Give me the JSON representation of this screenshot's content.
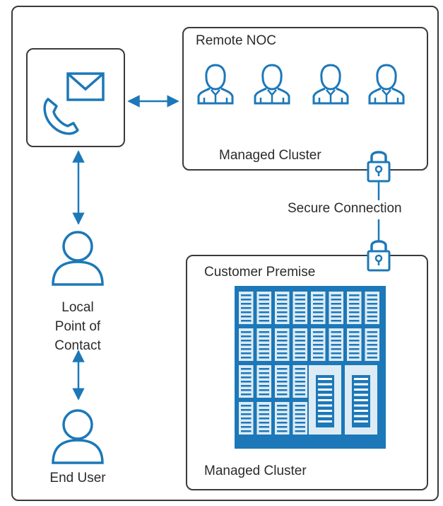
{
  "remote_noc": {
    "title": "Remote NOC",
    "subtitle": "Managed Cluster"
  },
  "connection": {
    "label": "Secure Connection"
  },
  "customer": {
    "title": "Customer Premise",
    "subtitle": "Managed Cluster"
  },
  "contact": {
    "line1": "Local",
    "line2": "Point of",
    "line3": "Contact"
  },
  "end_user": {
    "label": "End User"
  },
  "colors": {
    "accent": "#1c78b8",
    "border": "#3a3a3a",
    "text": "#2b2b2b"
  }
}
